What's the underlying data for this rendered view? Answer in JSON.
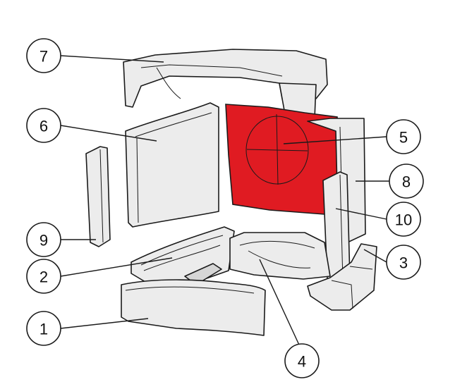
{
  "colors": {
    "highlight": "#e01b22",
    "part_fill": "#ececec",
    "line": "#1a1a1a"
  },
  "callouts": {
    "c1": "1",
    "c2": "2",
    "c3": "3",
    "c4": "4",
    "c5": "5",
    "c6": "6",
    "c7": "7",
    "c8": "8",
    "c9": "9",
    "c10": "10"
  }
}
